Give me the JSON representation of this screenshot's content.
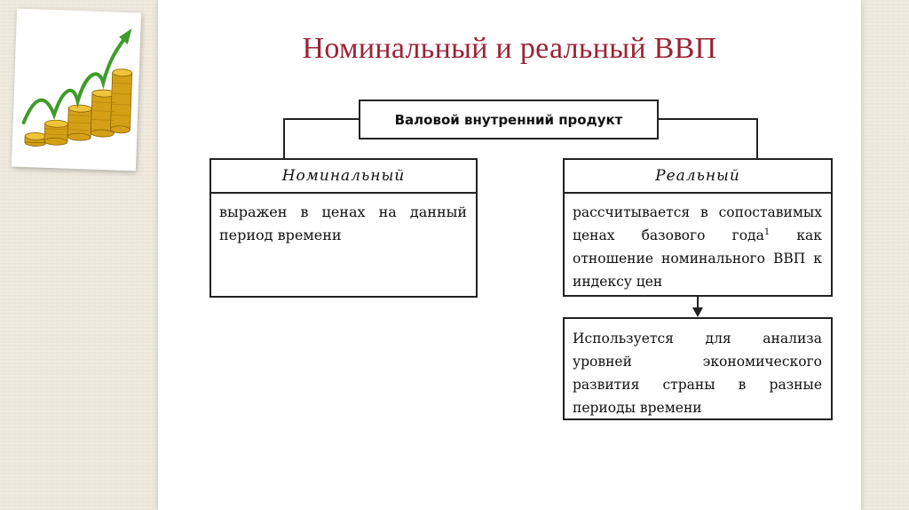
{
  "slide": {
    "title": "Номинальный и реальный ВВП"
  },
  "diagram": {
    "root": "Валовой внутренний продукт",
    "nominal": {
      "header": "Номинальный",
      "description": "выражен в ценах на данный период времени"
    },
    "real": {
      "header": "Реальный",
      "description": "рассчитывается в сопоставимых ценах базового года",
      "footnote_mark": "1",
      "description_cont": "как отношение номинального ВВП к индексу цен"
    },
    "usage": "Используется для анализа уровней экономического развития страны в разные периоды времени"
  },
  "decor": {
    "title_color": "#9b2335",
    "photo_subject": "growing-coin-stacks-with-green-arrow"
  }
}
